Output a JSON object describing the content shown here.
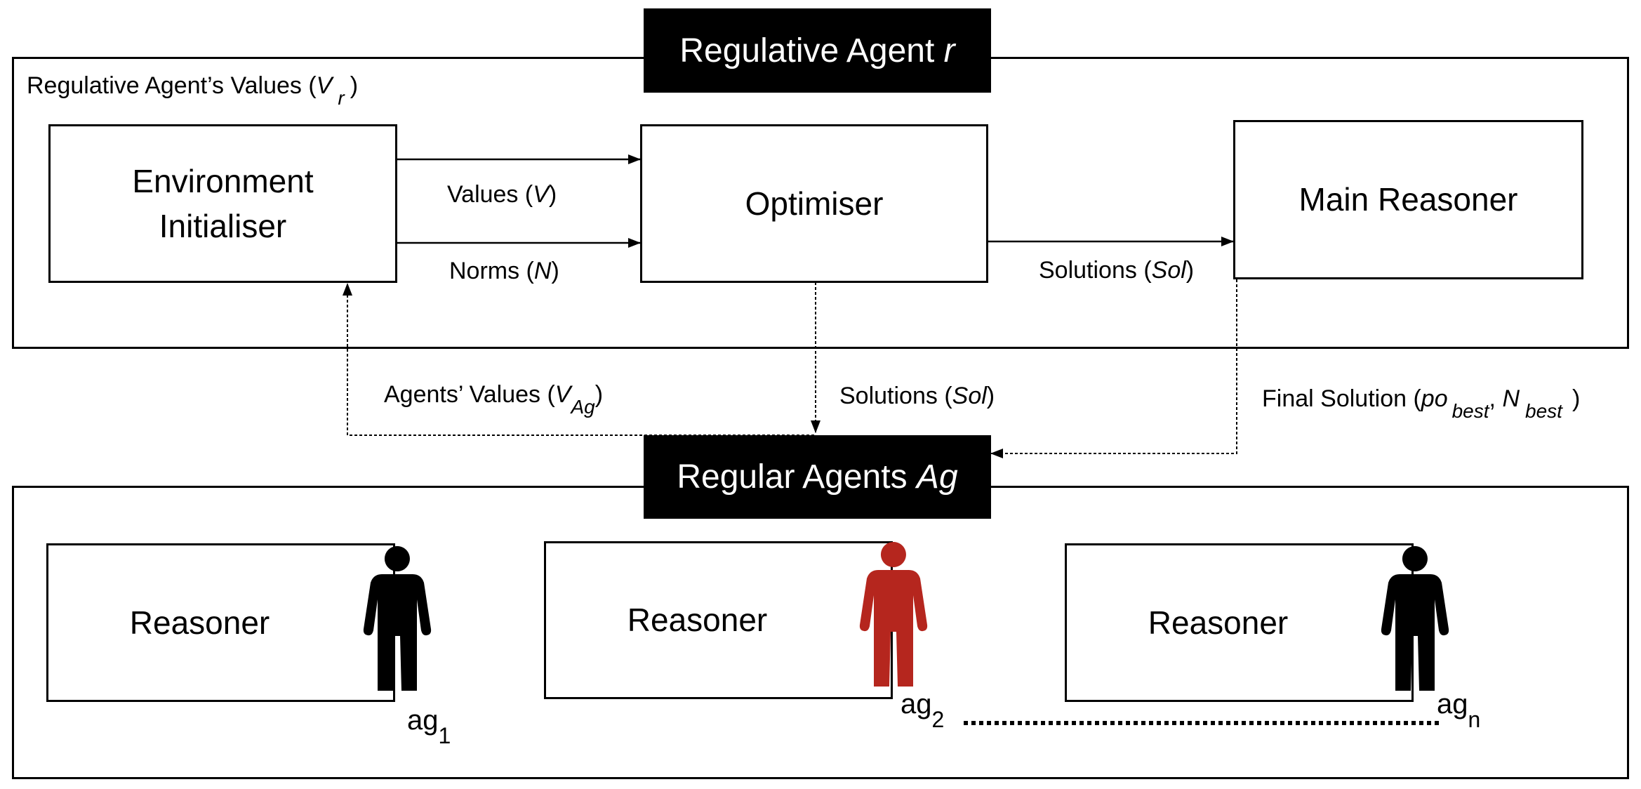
{
  "regulative": {
    "title_text": "Regulative Agent ",
    "title_var": "r",
    "values_label_text": "Regulative Agent’s Values (",
    "values_label_var": "V",
    "values_label_sub": "r",
    "values_label_close": ")"
  },
  "components": {
    "env_initialiser_line1": "Environment",
    "env_initialiser_line2": "Initialiser",
    "optimiser": "Optimiser",
    "main_reasoner": "Main Reasoner"
  },
  "edges": {
    "values_text": "Values (",
    "values_var": "V",
    "values_close": ")",
    "norms_text": "Norms (",
    "norms_var": "N",
    "norms_close": ")",
    "solutions_top_text": "Solutions (",
    "solutions_top_var": "Sol",
    "solutions_top_close": ")",
    "agents_values_text": "Agents’ Values (",
    "agents_values_var": "V",
    "agents_values_sub": "Ag",
    "agents_values_close": ")",
    "solutions_down_text": "Solutions (",
    "solutions_down_var": "Sol",
    "solutions_down_close": ")",
    "final_text": "Final Solution (",
    "final_var1": "po",
    "final_sub1": "best",
    "final_comma": ", ",
    "final_var2": "N",
    "final_sub2": "best",
    "final_close": ")"
  },
  "regular": {
    "title_text": "Regular Agents ",
    "title_var": "Ag",
    "agents": [
      {
        "reasoner": "Reasoner",
        "name": "ag",
        "sub": "1",
        "color": "#000000"
      },
      {
        "reasoner": "Reasoner",
        "name": "ag",
        "sub": "2",
        "color": "#b5261e"
      },
      {
        "reasoner": "Reasoner",
        "name": "ag",
        "sub": "n",
        "color": "#000000"
      }
    ]
  }
}
